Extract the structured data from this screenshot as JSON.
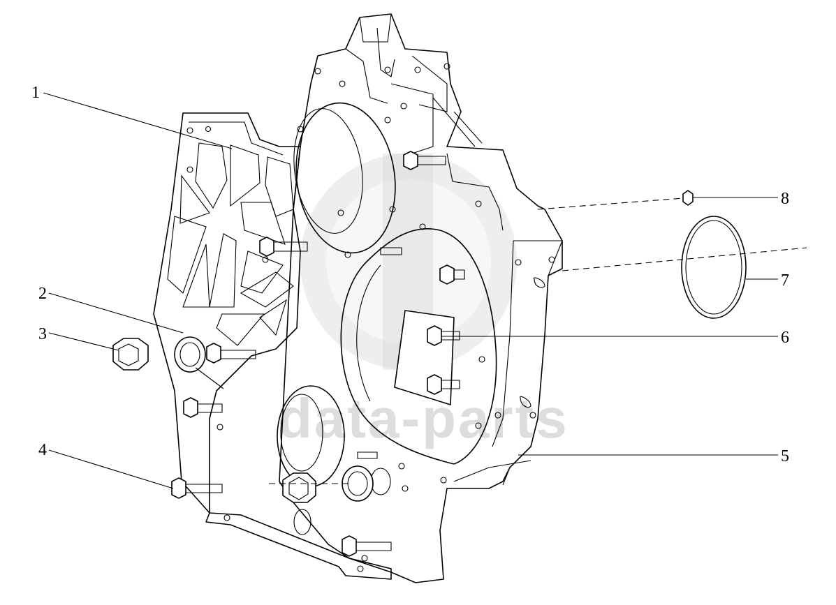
{
  "callouts": [
    {
      "id": "1",
      "label": "1"
    },
    {
      "id": "2",
      "label": "2"
    },
    {
      "id": "3",
      "label": "3"
    },
    {
      "id": "4",
      "label": "4"
    },
    {
      "id": "5",
      "label": "5"
    },
    {
      "id": "6",
      "label": "6"
    },
    {
      "id": "7",
      "label": "7"
    },
    {
      "id": "8",
      "label": "8"
    }
  ],
  "watermark": {
    "text": "data-parts"
  }
}
